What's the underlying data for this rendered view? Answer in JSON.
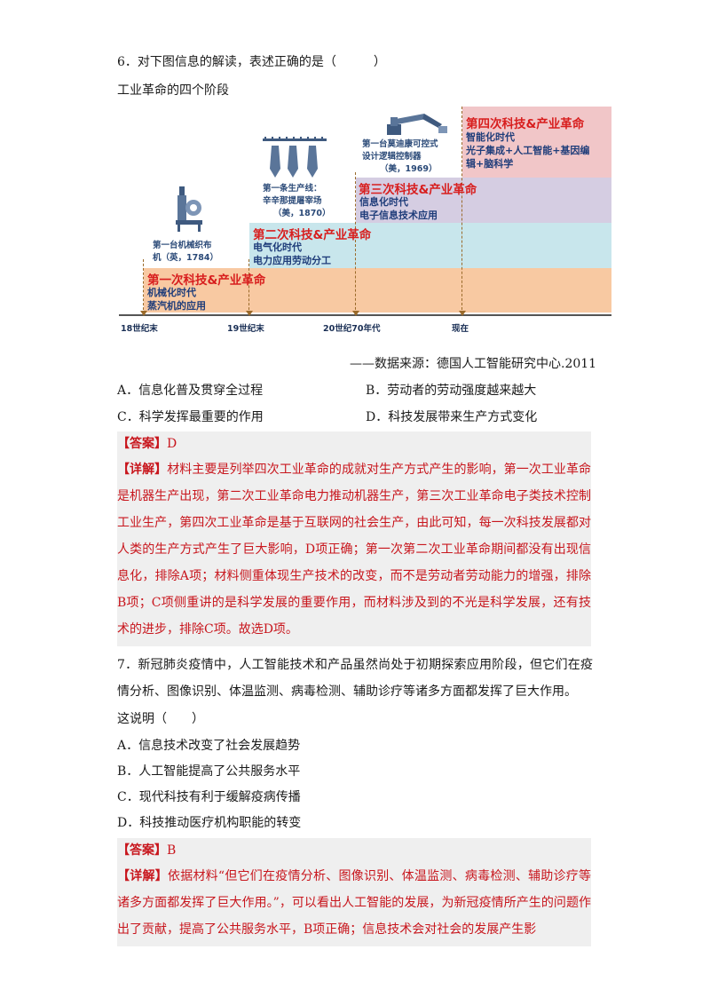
{
  "q6": {
    "stem": "6．对下图信息的解读，表述正确的是（　　　）",
    "figure_caption": "工业革命的四个阶段",
    "figure": {
      "stages": [
        {
          "title": "第一次科技&产业革命",
          "sub1": "机械化时代",
          "sub2": "蒸汽机的应用"
        },
        {
          "title": "第二次科技&产业革命",
          "sub1": "电气化时代",
          "sub2": "电力应用劳动分工"
        },
        {
          "title": "第三次科技&产业革命",
          "sub1": "信息化时代",
          "sub2": "电子信息技术应用"
        },
        {
          "title": "第四次科技&产业革命",
          "sub1": "智能化时代",
          "sub2": "光子集成+人工智能+基因编",
          "sub3": "辑+脑科学"
        }
      ],
      "inventions": [
        {
          "line1": "第一台机械织布",
          "line2": "机（英，1784）"
        },
        {
          "line1": "第一条生产线：",
          "line2": "辛辛那提屠宰场",
          "line3": "（美，1870）"
        },
        {
          "line1": "第一台莫迪康可控式",
          "line2": "设计逻辑控制器",
          "line3": "（美，1969）"
        }
      ],
      "timeline": [
        "18世纪末",
        "19世纪末",
        "20世纪70年代",
        "现在"
      ]
    },
    "source": "——数据来源：德国人工智能研究中心.2011",
    "options": {
      "A": "A．信息化普及贯穿全过程",
      "B": "B．劳动者的劳动强度越来越大",
      "C": "C．科学发挥最重要的作用",
      "D": "D．科技发展带来生产方式变化"
    },
    "answer_tag": "【答案】",
    "answer": "D",
    "detail_tag": "【详解】",
    "detail": "材料主要是列举四次工业革命的成就对生产方式产生的影响，第一次工业革命是机器生产出现，第二次工业革命电力推动机器生产，第三次工业革命电子类技术控制工业生产，第四次工业革命是基于互联网的社会生产，由此可知，每一次科技发展都对人类的生产方式产生了巨大影响，D项正确；第一次第二次工业革命期间都没有出现信息化，排除A项；材料侧重体现生产技术的改变，而不是劳动者劳动能力的增强，排除B项；C项侧重讲的是科学发展的重要作用，而材料涉及到的不光是科学发展，还有技术的进步，排除C项。故选D项。"
  },
  "q7": {
    "stem": "7．新冠肺炎疫情中，人工智能技术和产品虽然尚处于初期探索应用阶段，但它们在疫情分析、图像识别、体温监测、病毒检测、辅助诊疗等诸多方面都发挥了巨大作用。",
    "stem2": "这说明（　　）",
    "options": {
      "A": "A．信息技术改变了社会发展趋势",
      "B": "B．人工智能提高了公共服务水平",
      "C": "C．现代科技有利于缓解疫病传播",
      "D": "D．科技推动医疗机构职能的转变"
    },
    "answer_tag": "【答案】",
    "answer": "B",
    "detail_tag": "【详解】",
    "detail": "依据材料“但它们在疫情分析、图像识别、体温监测、病毒检测、辅助诊疗等诸多方面都发挥了巨大作用。”，可以看出人工智能的发展，为新冠疫情所产生的问题作出了贡献，提高了公共服务水平，B项正确；信息技术会对社会的发展产生影"
  }
}
